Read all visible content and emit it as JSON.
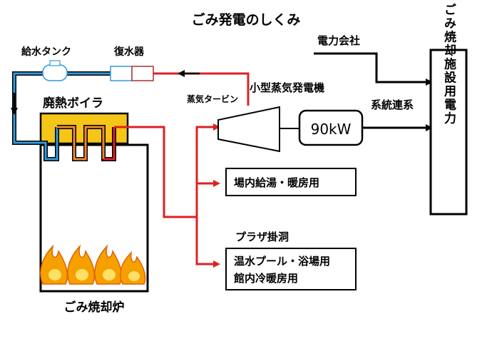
{
  "title": "ごみ発電のしくみ",
  "labels": {
    "feedwater_tank": "給水タンク",
    "condenser": "復水器",
    "waste_heat_boiler": "廃熱ボイラ",
    "steam_turbine": "蒸気タービン",
    "small_steam_generator": "小型蒸気発電機",
    "power_company": "電力会社",
    "grid_connection": "系統連系",
    "incinerator": "ごみ焼却炉",
    "plaza": "プラザ掛洞"
  },
  "boxes": {
    "generator_output": "90kW",
    "onsite_use": "場内給湯・暖房用",
    "plaza_use_line1": "温水プール・浴場用",
    "plaza_use_line2": "館内冷暖房用",
    "facility_power": "ごみ焼却施設用電力"
  },
  "colors": {
    "water_line": "#3399dd",
    "steam_line": "#dd2222",
    "boiler_fill": "#f5c518",
    "middle_loop": "#ee8833",
    "flame": "#f6a000"
  }
}
